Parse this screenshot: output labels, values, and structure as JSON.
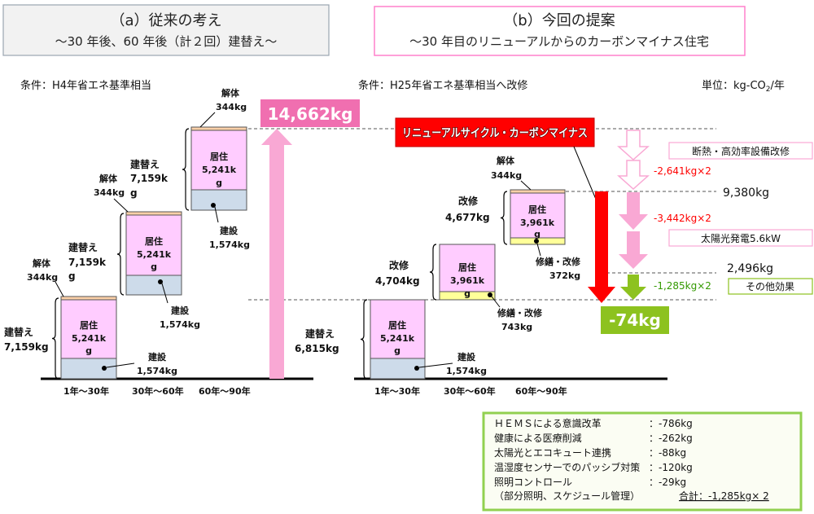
{
  "header": {
    "left": {
      "title": "（a）従来の考え",
      "subtitle": "～30 年後、60 年後（計２回）建替え～"
    },
    "right": {
      "title": "（b）今回の提案",
      "subtitle": "～30 年目のリニューアルからのカーボンマイナス住宅"
    }
  },
  "conditions": {
    "left": "条件：H4年省エネ基準相当",
    "right": "条件：H25年省エネ基準相当へ改修"
  },
  "unit": {
    "prefix": "単位：kg-CO",
    "sub": "2",
    "suffix": "/年"
  },
  "left": {
    "periods": [
      "1年～30年",
      "30年～60年",
      "60年～90年"
    ],
    "bars": [
      {
        "living_label": "居住",
        "living_value": [
          "5,241k",
          "g"
        ],
        "construction_label": "建設",
        "construction_value": "1,574kg",
        "demolition_label": "解体",
        "demolition_value": "344kg",
        "total_label": "建替え",
        "total_value": [
          "7,159kg"
        ]
      },
      {
        "living_label": "居住",
        "living_value": [
          "5,241k",
          "g"
        ],
        "construction_label": "建設",
        "construction_value": "1,574kg",
        "demolition_label": "解体",
        "demolition_value": "344kg",
        "total_label": "建替え",
        "total_value": [
          "7,159k",
          "g"
        ]
      },
      {
        "living_label": "居住",
        "living_value": [
          "5,241k",
          "g"
        ],
        "construction_label": "建設",
        "construction_value": "1,574kg",
        "demolition_label": "解体",
        "demolition_value": "344kg",
        "total_label": "建替え",
        "total_value": [
          "7,159k",
          "g"
        ]
      }
    ],
    "total_badge": "14,662kg"
  },
  "right": {
    "periods": [
      "1年～30年",
      "30年～60年",
      "60年～90年"
    ],
    "bars": [
      {
        "living_label": "居住",
        "living_value": [
          "5,241k",
          "g"
        ],
        "construction_label": "建設",
        "construction_value": "1,574kg",
        "total_label": "建替え",
        "total_value": [
          "6,815kg"
        ]
      },
      {
        "living_label": "居住",
        "living_value": [
          "3,961k",
          "g"
        ],
        "repair_label": "修繕・改修",
        "repair_value": "743kg",
        "total_label": "改修",
        "total_value": [
          "4,704kg"
        ]
      },
      {
        "living_label": "居住",
        "living_value": [
          "3,961k",
          "g"
        ],
        "repair_label": "修繕・改修",
        "repair_value": "372kg",
        "demolition_label": "解体",
        "demolition_value": "344kg",
        "total_label": "改修",
        "total_value": [
          "4,677kg"
        ]
      }
    ],
    "banner": "リニューアルサイクル・カーボンマイナス",
    "result_badge": "-74kg",
    "levels": [
      "9,380kg",
      "2,496kg"
    ],
    "reductions": [
      {
        "category": "断熱・高効率設備改修",
        "amount": "-2,641kg×2"
      },
      {
        "category": "太陽光発電5.6kW",
        "amount": "-3,442kg×2"
      },
      {
        "category": "その他効果",
        "amount": "-1,285kg×2"
      }
    ]
  },
  "other_effects": {
    "items": [
      {
        "label": "ＨＥＭＳによる意識改革",
        "value": "：-786kg"
      },
      {
        "label": "健康による医療削減",
        "value": "：-262kg"
      },
      {
        "label": "太陽光とエコキュート連携",
        "value": "：-88kg"
      },
      {
        "label": "温湿度センサーでのパッシブ対策",
        "value": "：-120kg"
      },
      {
        "label": "照明コントロール",
        "value": "：-29kg"
      }
    ],
    "note": "（部分照明、スケジュール管理）",
    "total": "合計：-1,285kg× 2"
  },
  "colors": {
    "living": "#ffccff",
    "construction": "#cddbea",
    "demolition": "#fbd0a8",
    "repair": "#ffff99",
    "pink_arrow": "#f9a8d4",
    "pink_badge": "#f06fb0",
    "red": "#ff0000",
    "green": "#8dc21f"
  }
}
